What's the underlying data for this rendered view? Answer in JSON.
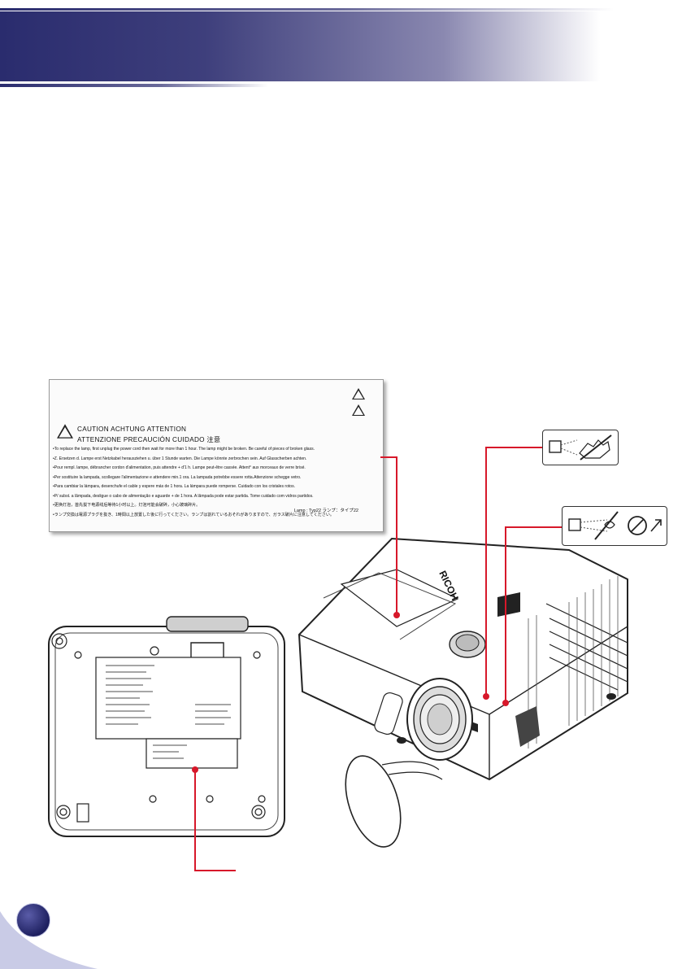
{
  "label": {
    "caution_line_1": "CAUTION   ACHTUNG   ATTENTION",
    "caution_line_2": "ATTENZIONE   PRECAUCIÓN   CUIDADO 注意",
    "lines": [
      "•To replace the lamp, first unplug the power cord then wait for more than 1 hour. The lamp might be broken. Be careful of pieces of broken glass.",
      "•Z. Ersetzen d. Lampe erst Netzkabel herausziehen u. über 1 Stunde warten. Die Lampe könnte zerbrochen sein. Auf Glasscherben achten.",
      "•Pour rempl. lampe, débrancher cordon d'alimentation, puis attendre + d'1 h. Lampe peut-être cassée. Attent° aux morceaux de verre brisé.",
      "•Per sostituire la lampada, scollegare l'alimentazione e attendere min.1 ora.  La lampada potrebbe essere rotta.Attenzione schegge vetro.",
      "•Para cambiar la lámpara, desenchufe el cable y espere más de 1 hora.  La lámpara puede romperse. Cuidado con los cristales rotos.",
      "•P/ subst. a lâmpada, desligue o cabo de alimentação e aguarde + de 1 hora.  A lâmpada pode estar partida. Tome cuidado com vidros partidos.",
      "•更换灯泡，首先拔下电源线后等待1小时以上。灯泡可能会破碎，小心玻璃碎片。",
      "•ランプ交換は電源プラグを抜き、1時間以上放置した後に行ってください。ランプは割れているおそれがありますので、ガラス破片に注意してください。"
    ],
    "lamp_type": "Lamp : Typ22   ランプ：タイプ22"
  },
  "projector": {
    "brand": "RICOH"
  },
  "colors": {
    "header_dark": "#2a2c6e",
    "callout_line": "#d7182a"
  }
}
